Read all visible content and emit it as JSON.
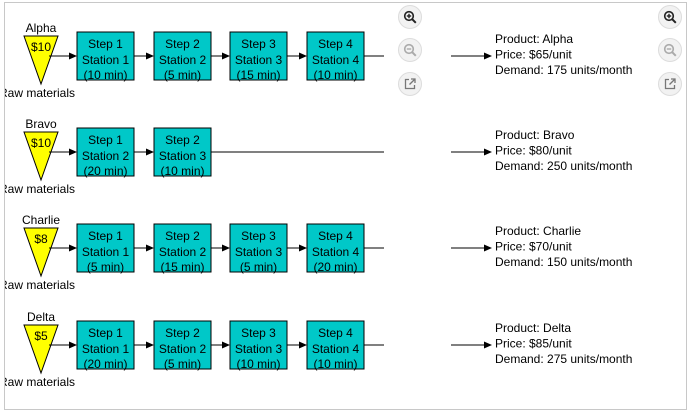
{
  "products": [
    {
      "name": "Alpha",
      "price_tag": "$10",
      "raw_label": "Raw materials",
      "steps": [
        {
          "step": "Step 1",
          "station": "Station 1",
          "time": "(10 min)"
        },
        {
          "step": "Step 2",
          "station": "Station 2",
          "time": "(5 min)"
        },
        {
          "step": "Step 3",
          "station": "Station 3",
          "time": "(15 min)"
        },
        {
          "step": "Step 4",
          "station": "Station 4",
          "time": "(10 min)"
        }
      ],
      "info": [
        "Product: Alpha",
        "Price: $65/unit",
        "Demand: 175 units/month"
      ]
    },
    {
      "name": "Bravo",
      "price_tag": "$10",
      "raw_label": "Raw materials",
      "steps": [
        {
          "step": "Step 1",
          "station": "Station 2",
          "time": "(20 min)"
        },
        {
          "step": "Step 2",
          "station": "Station 3",
          "time": "(10 min)"
        }
      ],
      "info": [
        "Product: Bravo",
        "Price: $80/unit",
        "Demand: 250 units/month"
      ]
    },
    {
      "name": "Charlie",
      "price_tag": "$8",
      "raw_label": "Raw materials",
      "steps": [
        {
          "step": "Step 1",
          "station": "Station 1",
          "time": "(5 min)"
        },
        {
          "step": "Step 2",
          "station": "Station 2",
          "time": "(15 min)"
        },
        {
          "step": "Step 3",
          "station": "Station 3",
          "time": "(5 min)"
        },
        {
          "step": "Step 4",
          "station": "Station 4",
          "time": "(20 min)"
        }
      ],
      "info": [
        "Product: Charlie",
        "Price: $70/unit",
        "Demand: 150 units/month"
      ]
    },
    {
      "name": "Delta",
      "price_tag": "$5",
      "raw_label": "Raw materials",
      "steps": [
        {
          "step": "Step 1",
          "station": "Station 1",
          "time": "(20 min)"
        },
        {
          "step": "Step 2",
          "station": "Station 2",
          "time": "(5 min)"
        },
        {
          "step": "Step 3",
          "station": "Station 3",
          "time": "(10 min)"
        },
        {
          "step": "Step 4",
          "station": "Station 4",
          "time": "(10 min)"
        }
      ],
      "info": [
        "Product: Delta",
        "Price: $85/unit",
        "Demand: 275 units/month"
      ]
    }
  ],
  "controls": {
    "left": [
      "zoom-in-icon",
      "zoom-out-icon",
      "open-external-icon"
    ],
    "right": [
      "zoom-in-icon",
      "zoom-out-icon",
      "open-external-icon"
    ]
  },
  "colors": {
    "triangle_fill": "#ffff00",
    "box_fill": "#00c8c8",
    "line": "#000000"
  }
}
